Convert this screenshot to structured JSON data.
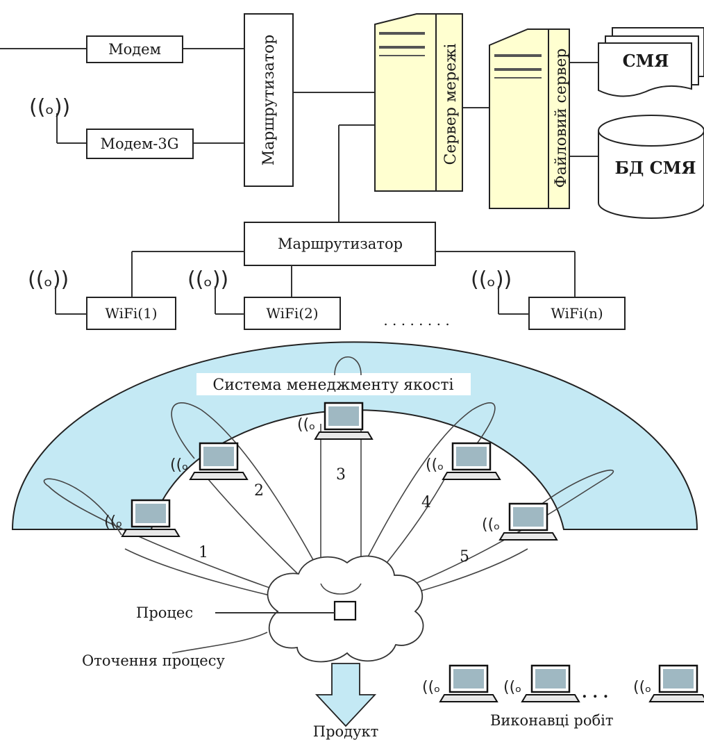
{
  "network": {
    "modem": "Модем",
    "modem3g": "Модем-3G",
    "router_top": "Маршрутизатор",
    "network_server": "Сервер мережі",
    "file_server": "Файловий сервер",
    "qms_doc": "СМЯ",
    "qms_db": "БД СМЯ",
    "router_bottom": "Маршрутизатор",
    "wifi": [
      "WiFi(1)",
      "WiFi(2)",
      "WiFi(n)"
    ],
    "dots": ". . . . . . . ."
  },
  "qms": {
    "title": "Система менеджменту якості",
    "numbers": [
      "1",
      "2",
      "3",
      "4",
      "5"
    ],
    "process": "Процес",
    "environment": "Оточення процесу",
    "product": "Продукт",
    "performers": "Виконавці робіт",
    "performers_dots": ". . ."
  },
  "colors": {
    "arc_fill": "#c4e9f4",
    "server_fill": "#ffffd0",
    "laptop_screen": "#9fb8c2"
  }
}
